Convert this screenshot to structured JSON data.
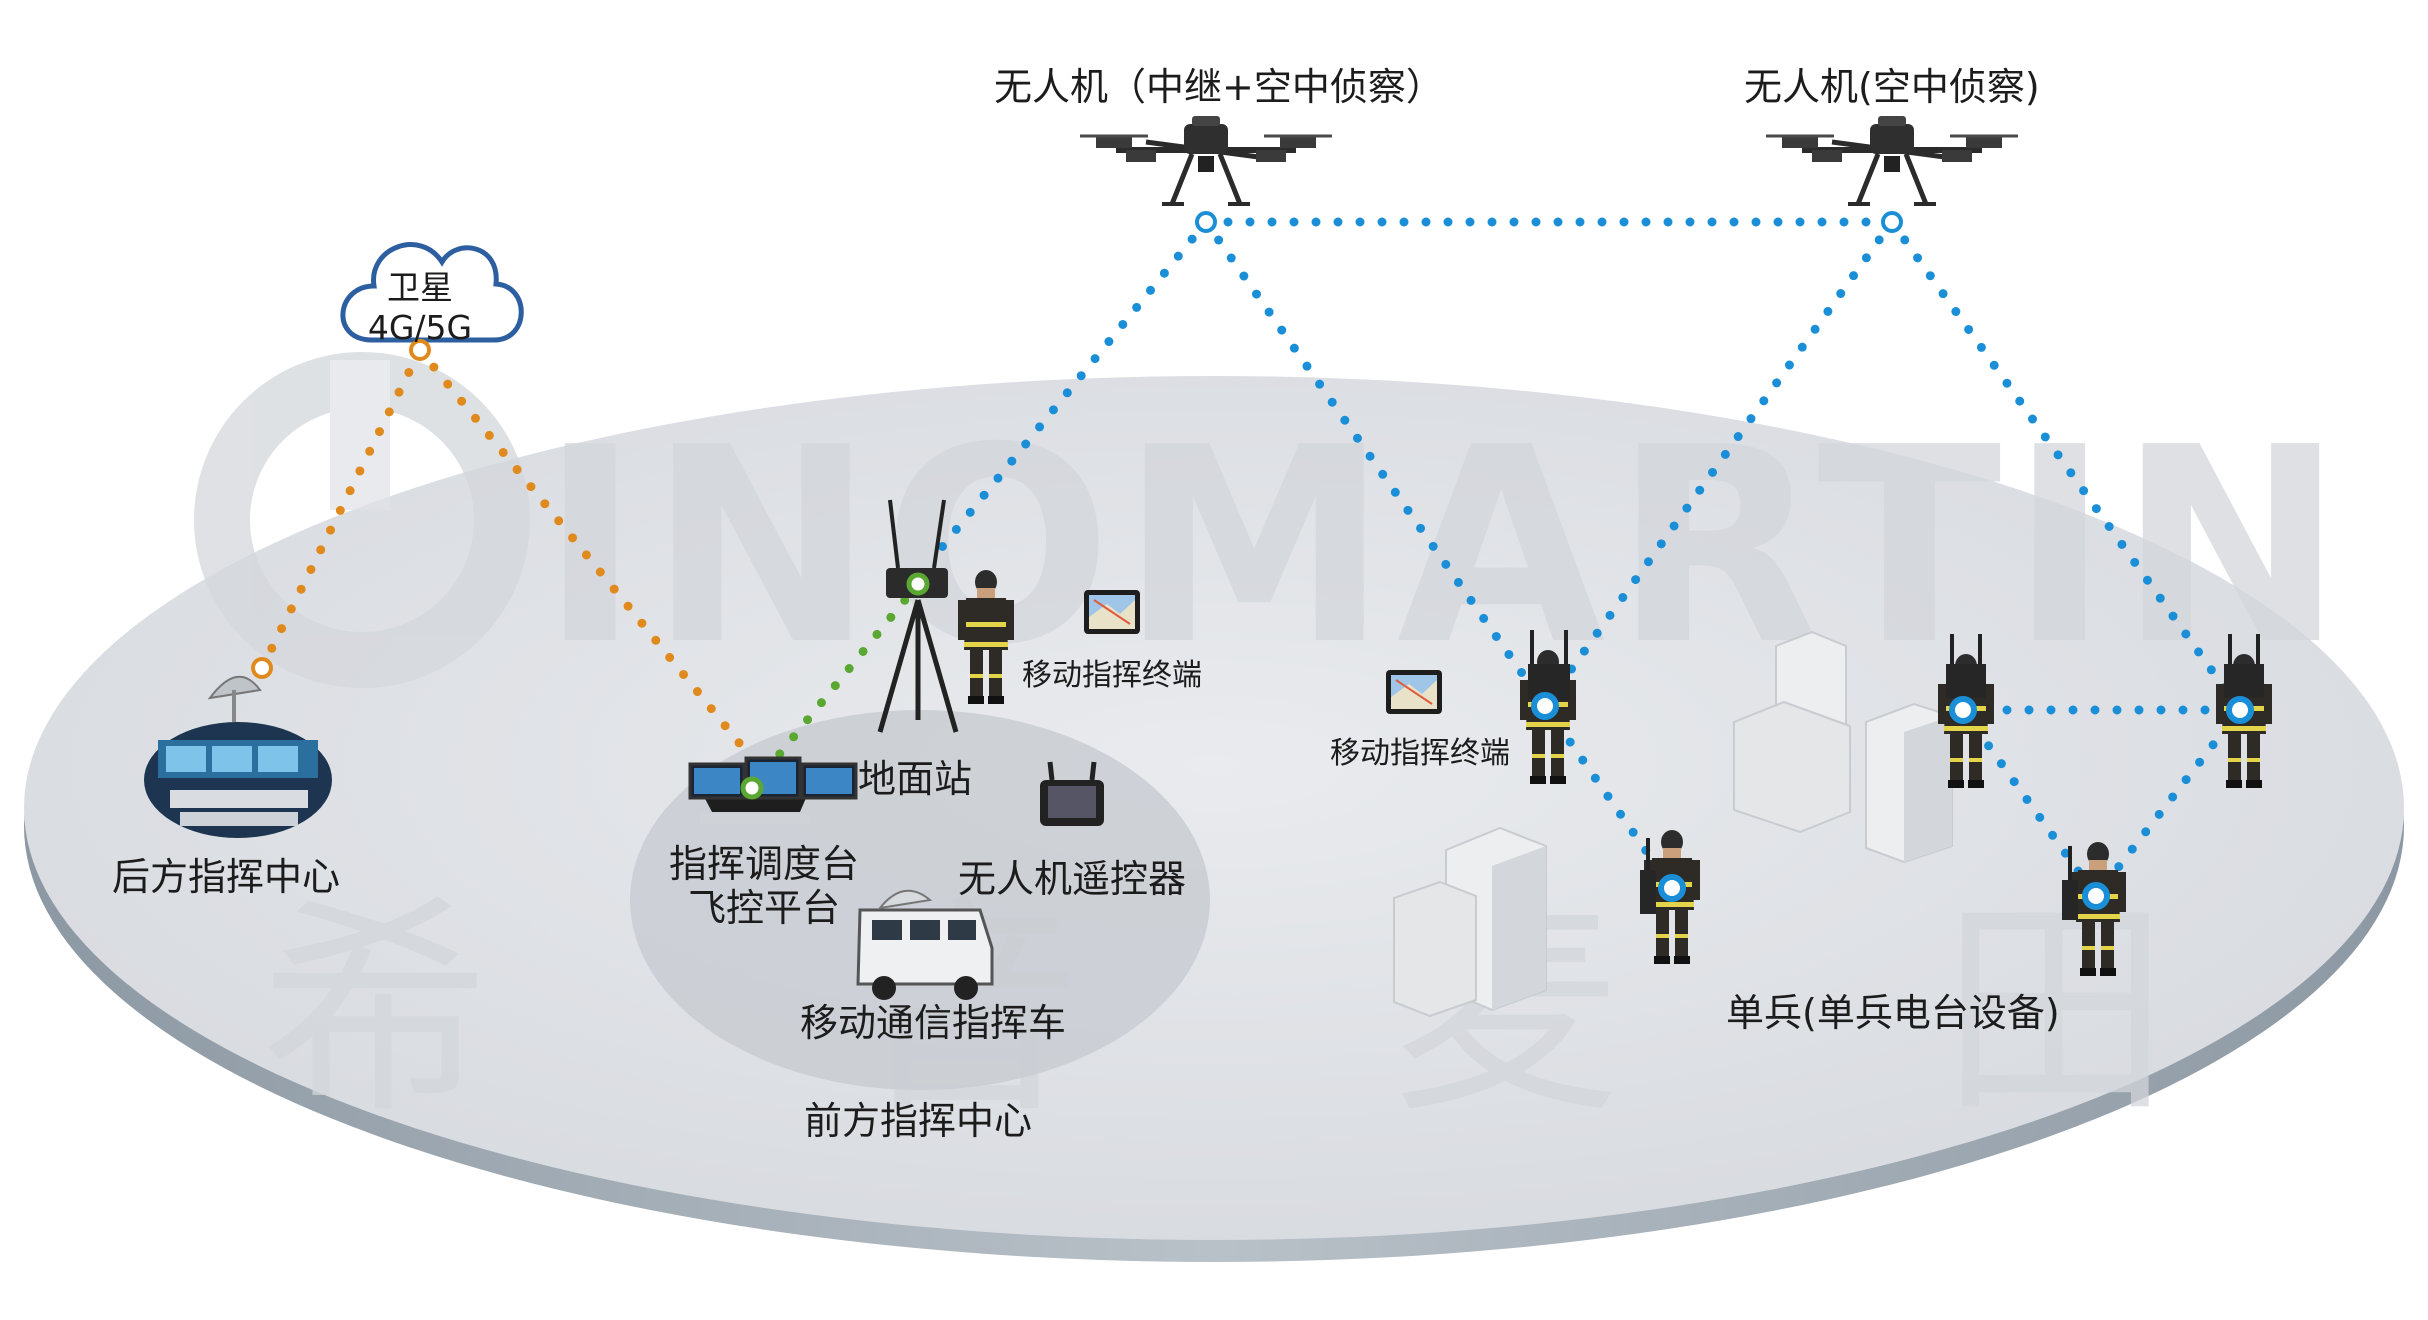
{
  "labels": {
    "drone_relay": "无人机（中继+空中侦察）",
    "drone_recon": "无人机(空中侦察)",
    "satellite_line1": "卫星",
    "satellite_line2": "4G/5G",
    "rear_command": "后方指挥中心",
    "ground_station": "地面站",
    "mobile_terminal_1": "移动指挥终端",
    "mobile_terminal_2": "移动指挥终端",
    "dispatch_line1": "指挥调度台",
    "dispatch_line2": "飞控平台",
    "drone_remote": "无人机遥控器",
    "comm_vehicle": "移动通信指挥车",
    "forward_command": "前方指挥中心",
    "soldier": "单兵(单兵电台设备)"
  },
  "watermark": {
    "brand": "INOMARTIN",
    "chars": [
      "希",
      "音",
      "麦",
      "田"
    ]
  },
  "colors": {
    "platform_top": "#dfe1e5",
    "platform_edge": "#9aa4ad",
    "forward_zone": "#cfd2d8",
    "link_blue": "#1a8fd8",
    "link_orange": "#e08a1e",
    "link_green": "#5aa832",
    "watermark": "#d2d5da"
  },
  "icons": [
    "drone-icon",
    "cloud-icon",
    "satellite-dish-icon",
    "control-room-icon",
    "ground-station-icon",
    "firefighter-icon",
    "tablet-icon",
    "dispatch-console-icon",
    "remote-controller-icon",
    "comm-vehicle-icon",
    "building-icon",
    "soldier-radio-icon"
  ]
}
